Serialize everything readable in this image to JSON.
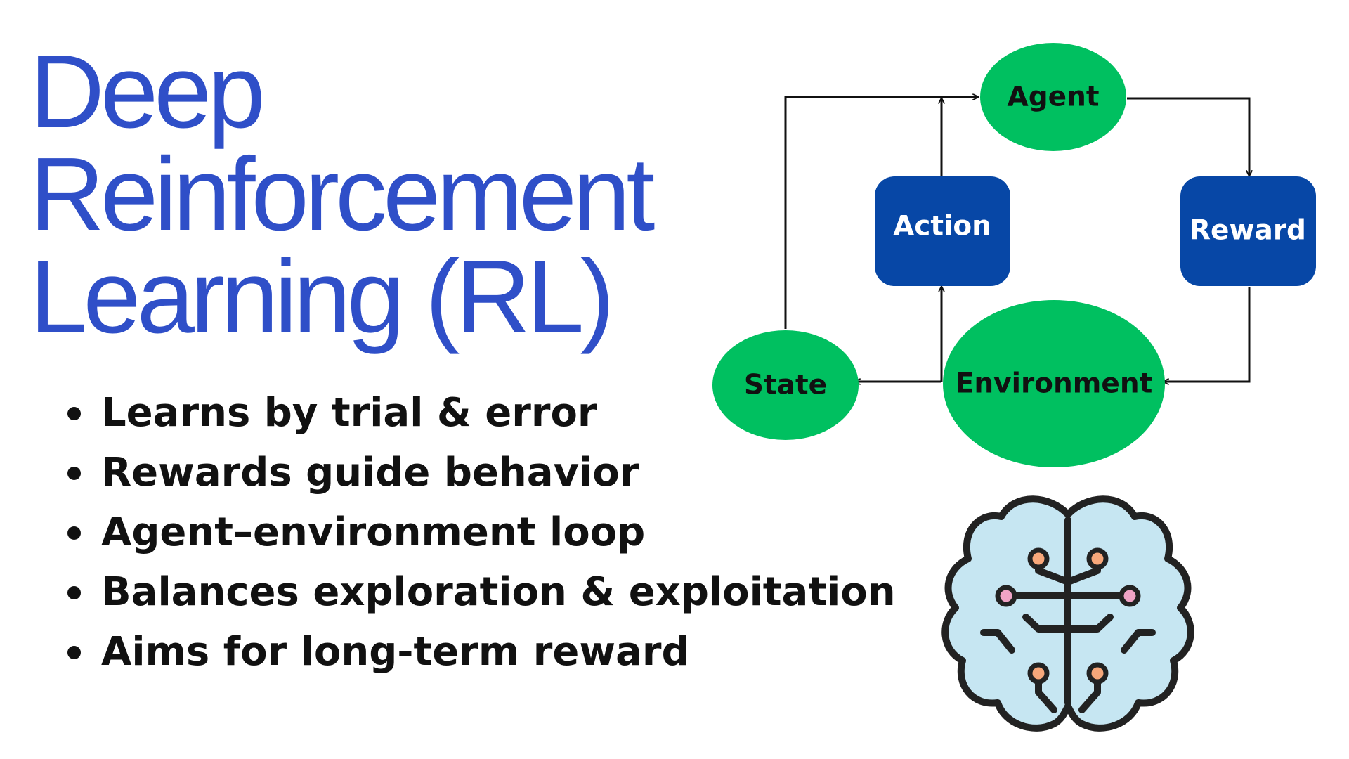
{
  "title": {
    "lines": [
      "Deep",
      "Reinforcement",
      "Learning (RL)"
    ]
  },
  "bullets": [
    "Learns by trial & error",
    "Rewards guide behavior",
    "Agent–environment loop",
    "Balances exploration & exploitation",
    "Aims for long-term reward"
  ],
  "diagram": {
    "nodes": {
      "agent": "Agent",
      "action": "Action",
      "reward": "Reward",
      "state": "State",
      "environment": "Environment"
    }
  },
  "colors": {
    "title": "#2f4fc8",
    "ellipse": "#00c060",
    "box": "#0747a6",
    "brain_fill": "#c6e6f2",
    "brain_node_orange": "#f7a77a",
    "brain_node_pink": "#f0a3c6"
  },
  "icons": [
    "brain-icon"
  ]
}
